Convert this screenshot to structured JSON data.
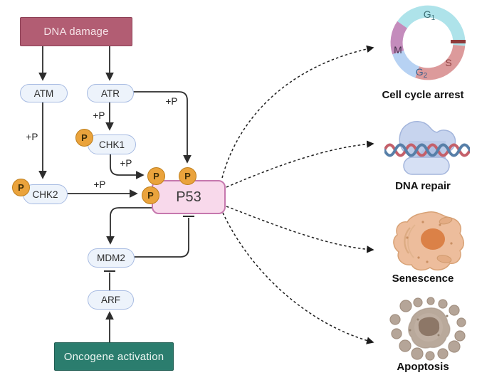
{
  "nodes": {
    "dna_damage": {
      "label": "DNA damage"
    },
    "atm": {
      "label": "ATM"
    },
    "atr": {
      "label": "ATR"
    },
    "chk1": {
      "label": "CHK1"
    },
    "chk2": {
      "label": "CHK2"
    },
    "p53": {
      "label": "P53"
    },
    "mdm2": {
      "label": "MDM2"
    },
    "arf": {
      "label": "ARF"
    },
    "oncogene": {
      "label": "Oncogene activation"
    }
  },
  "labels": {
    "phospho": "+P",
    "p_badge": "P"
  },
  "cell_cycle": {
    "g1": {
      "base": "G",
      "sub": "1"
    },
    "g2": {
      "base": "G",
      "sub": "2"
    },
    "s": "S",
    "m": "M"
  },
  "outcomes": [
    {
      "name": "cell-cycle-arrest",
      "label": "Cell cycle arrest"
    },
    {
      "name": "dna-repair",
      "label": "DNA repair"
    },
    {
      "name": "senescence",
      "label": "Senescence"
    },
    {
      "name": "apoptosis",
      "label": "Apoptosis"
    }
  ],
  "colors": {
    "dna_damage_fill": "#b25d73",
    "dna_damage_border": "#8d4156",
    "oncogene_fill": "#2b7d6e",
    "oncogene_border": "#1e5c51",
    "p53_fill": "#f8d9eb",
    "p53_border": "#c678ae",
    "kinase_pill_fill": "#edf3fb",
    "kinase_pill_border": "#a7bbe2",
    "phospho_badge_fill": "#eaa33c",
    "phospho_badge_border": "#bf7f1c",
    "arrow": "#2d2d2d",
    "cycle_g1": "#aee3ea",
    "cycle_s": "#dc9a9b",
    "cycle_g2": "#b7d2f3",
    "cycle_m": "#c48cbc",
    "arrest_bar": "#8e3a3a"
  }
}
